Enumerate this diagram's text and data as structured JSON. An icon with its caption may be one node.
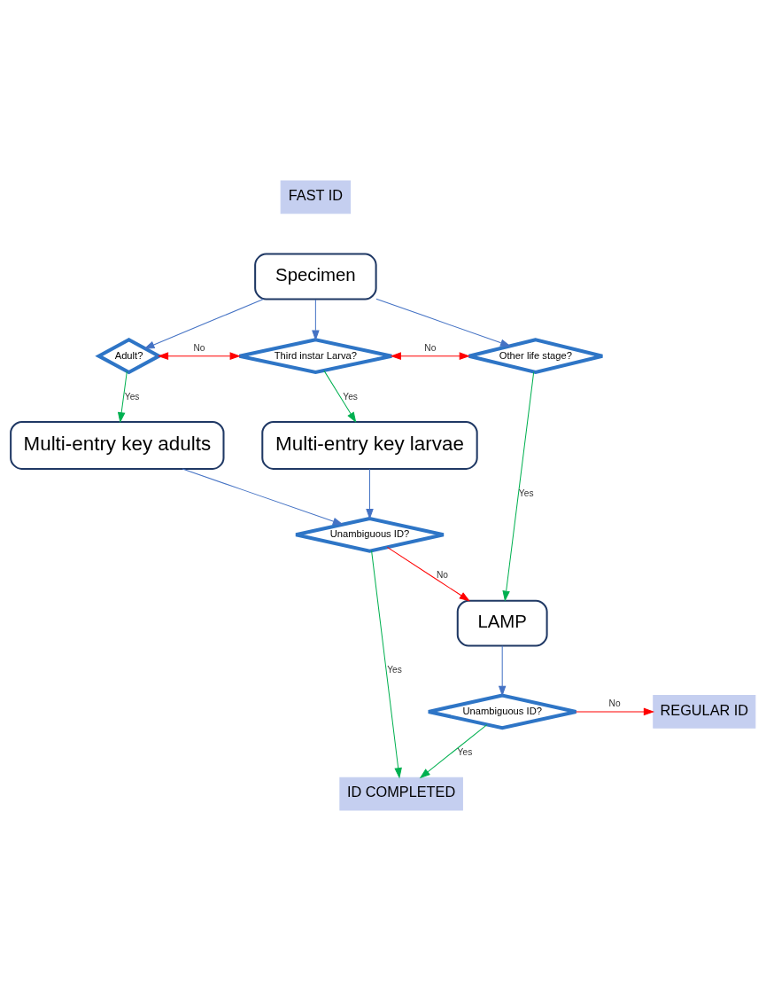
{
  "diagram": {
    "nodes": [
      {
        "text": [
          "FAST ID"
        ]
      },
      {
        "text": [
          "Specimen"
        ]
      },
      {
        "text": [
          "Adult?"
        ]
      },
      {
        "text": [
          "Third instar Larva?"
        ]
      },
      {
        "text": [
          "Other life stage?"
        ]
      },
      {
        "text": [
          "Multi-entry key adults"
        ]
      },
      {
        "text": [
          "Multi-entry key larvae"
        ]
      },
      {
        "text": [
          "Unambiguous ID?"
        ]
      },
      {
        "text": [
          "ID COMPLETED"
        ]
      },
      {
        "text": [
          "LAMP"
        ]
      },
      {
        "text": [
          "Unambiguous ID?"
        ]
      },
      {
        "text": [
          "REGULAR ID"
        ]
      }
    ],
    "edges": [
      {
        "from": 1,
        "to": 2,
        "arrow": "to"
      },
      {
        "from": 1,
        "to": 3,
        "arrow": "to"
      },
      {
        "from": 1,
        "to": 4,
        "arrow": "to"
      },
      {
        "from": 2,
        "to": 3,
        "arrow": "both",
        "label": "No",
        "color": "#ff0000"
      },
      {
        "from": 3,
        "to": 4,
        "arrow": "both",
        "label": "No",
        "color": "#ff0000"
      },
      {
        "from": 2,
        "to": 5,
        "arrow": "to",
        "label": "Yes",
        "color": "#00b050"
      },
      {
        "from": 3,
        "to": 6,
        "arrow": "to",
        "label": "Yes",
        "color": "#00b050"
      },
      {
        "from": 4,
        "to": 9,
        "arrow": "to",
        "label": "Yes",
        "color": "#00b050"
      },
      {
        "from": 5,
        "to": 7,
        "arrow": "to"
      },
      {
        "from": 6,
        "to": 7,
        "arrow": "to"
      },
      {
        "from": 7,
        "to": 8,
        "arrow": "to",
        "label": "Yes",
        "color": "#00b050"
      },
      {
        "from": 7,
        "to": 9,
        "arrow": "to",
        "label": "No",
        "color": "#ff0000"
      },
      {
        "from": 9,
        "to": 10,
        "arrow": "to"
      },
      {
        "from": 10,
        "to": 8,
        "arrow": "to",
        "label": "Yes",
        "color": "#00b050"
      },
      {
        "from": 10,
        "to": 11,
        "arrow": "to",
        "label": "No",
        "color": "#ff0000"
      }
    ]
  }
}
